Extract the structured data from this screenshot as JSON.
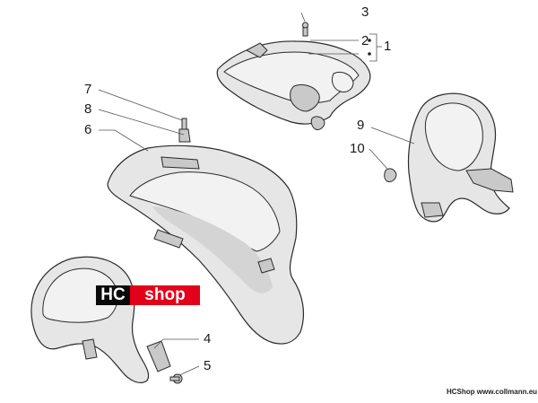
{
  "callouts": {
    "c1": "1",
    "c2": "2",
    "c3": "3",
    "c4": "4",
    "c5": "5",
    "c6": "6",
    "c7": "7",
    "c8": "8",
    "c9": "9",
    "c10": "10"
  },
  "brand": {
    "hc": "HC",
    "shop": "shop",
    "hc_color": "#0a0a0a",
    "shop_color": "#e3001b"
  },
  "footer": {
    "credit": "HCShop www.collmann.eu"
  }
}
